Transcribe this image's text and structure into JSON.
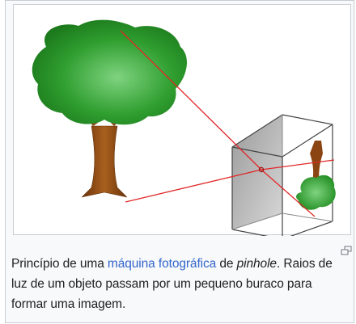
{
  "caption": {
    "part1": "Princípio de uma ",
    "link_text": "máquina fotográfica",
    "part2": " de ",
    "italic_text": "pinhole",
    "part3": ". Raios de luz de um objeto passam por um pequeno buraco para formar uma imagem."
  },
  "icons": {
    "magnify": "magnify-icon"
  },
  "colors": {
    "link": "#3366cc",
    "tree_green_dark": "#1f8f1f",
    "tree_green_light": "#6fcf6f",
    "trunk_brown": "#8b4513",
    "ray_red": "#e02020",
    "border": "#c8ccd1"
  }
}
